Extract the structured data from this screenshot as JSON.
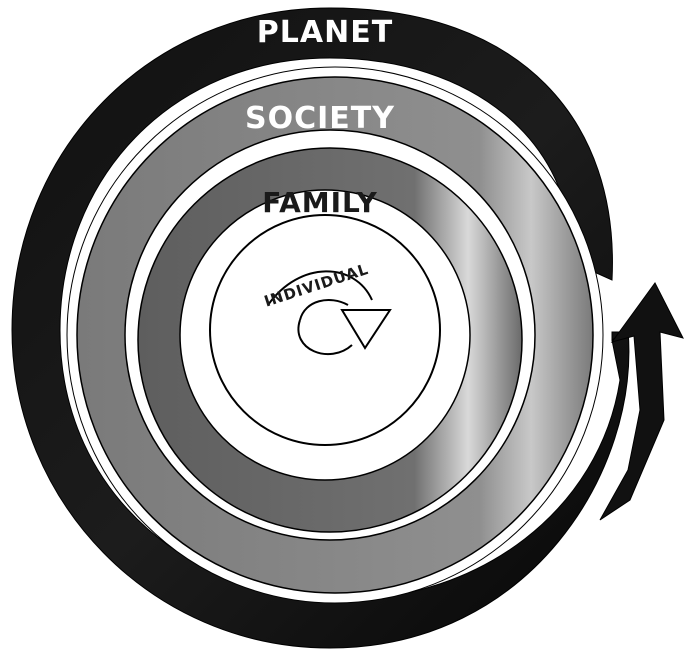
{
  "levels": [
    {
      "label": "PLANET"
    },
    {
      "label": "SOCIETY"
    },
    {
      "label": "FAMILY"
    },
    {
      "label": "INDIVIDUAL"
    }
  ],
  "colors": {
    "background": "#ffffff",
    "planet_band": "#0d0d0d",
    "society_band": "#8c8c8c",
    "family_band": "#6e6e6e",
    "label_light": "#ffffff",
    "label_dark": "#1a1a1a",
    "outline": "#000000"
  }
}
